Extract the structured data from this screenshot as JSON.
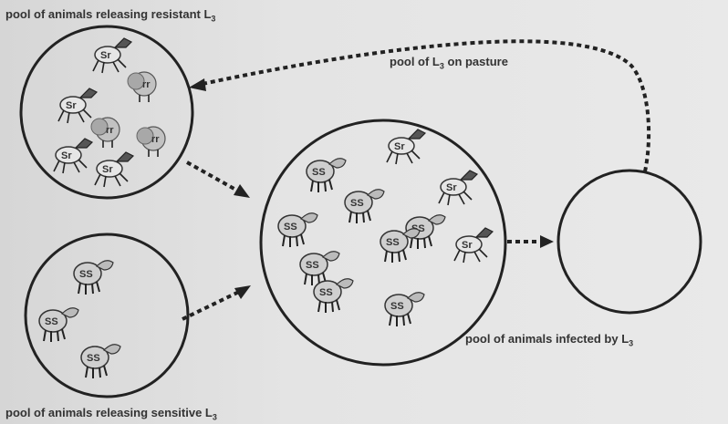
{
  "labels": {
    "resistant_pool": {
      "prefix": "pool of animals releasing resistant L",
      "sub": "3"
    },
    "sensitive_pool": {
      "prefix": "pool of animals releasing sensitive L",
      "sub": "3"
    },
    "pasture_pool": {
      "prefix": "pool of L",
      "sub": "3",
      "suffix": " on pasture"
    },
    "infected_pool": {
      "prefix": "pool of animals infected by L",
      "sub": "3"
    }
  },
  "sheep_labels": {
    "resistant_circle": [
      "Sr",
      "rr",
      "Sr",
      "rr",
      "Sr",
      "rr",
      "Sr"
    ],
    "sensitive_circle": [
      "SS",
      "SS",
      "SS"
    ],
    "infected_circle": [
      "Sr",
      "SS",
      "Sr",
      "SS",
      "SS",
      "SS",
      "SS",
      "Sr",
      "SS",
      "SS",
      "SS"
    ]
  }
}
